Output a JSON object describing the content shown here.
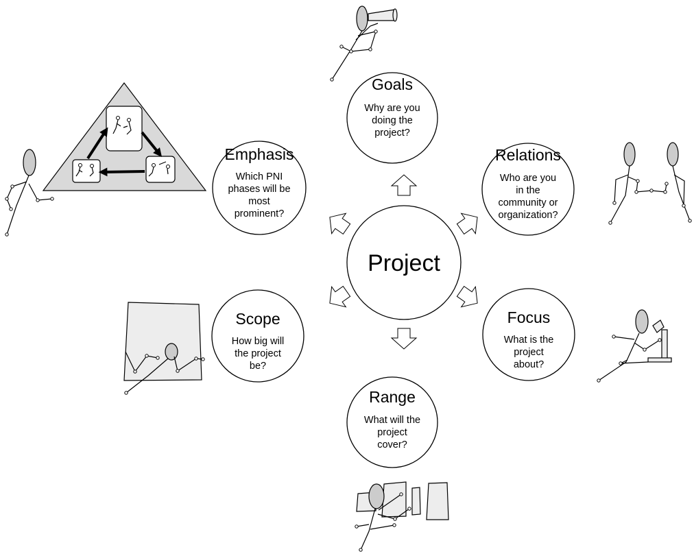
{
  "center": {
    "title": "Project"
  },
  "nodes": [
    {
      "id": "goals",
      "title": "Goals",
      "question": [
        "Why are you",
        "doing the",
        "project?"
      ]
    },
    {
      "id": "relations",
      "title": "Relations",
      "question": [
        "Who are you",
        "in the",
        "community or",
        "organization?"
      ]
    },
    {
      "id": "focus",
      "title": "Focus",
      "question": [
        "What is the",
        "project",
        "about?"
      ]
    },
    {
      "id": "range",
      "title": "Range",
      "question": [
        "What will the",
        "project",
        "cover?"
      ]
    },
    {
      "id": "scope",
      "title": "Scope",
      "question": [
        "How big will",
        "the project",
        "be?"
      ]
    },
    {
      "id": "emphasis",
      "title": "Emphasis",
      "question": [
        "Which PNI",
        "phases will be",
        "most",
        "prominent?"
      ]
    }
  ],
  "icons": {
    "goals": "telescope-figure-icon",
    "relations": "two-people-icon",
    "focus": "microscope-figure-icon",
    "range": "panels-figure-icon",
    "scope": "box-figure-icon",
    "emphasis": "cycle-triangle-icon"
  }
}
